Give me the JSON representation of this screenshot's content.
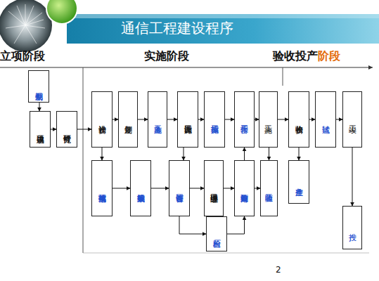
{
  "diagram": {
    "title": "通信工程建设程序",
    "nodes": [
      {
        "text": [
          "中长期规划"
        ]
      },
      {
        "text": [
          "项目建议书"
        ]
      },
      {
        "text": [
          "可行性研究"
        ]
      },
      {
        "text": [
          "初步设计"
        ]
      },
      {
        "text": [
          "年度计划"
        ]
      },
      {
        "text": [
          "施工准备"
        ]
      },
      {
        "text": [
          "施工图设计"
        ]
      },
      {
        "text": [
          "施工招投标"
        ]
      },
      {
        "text": [
          "开工报告"
        ]
      },
      {
        "text": [
          "施工"
        ]
      },
      {
        "text": [
          "初步验收"
        ]
      },
      {
        "text": [
          "试运转"
        ]
      },
      {
        "text": [
          "竣工"
        ]
      },
      {
        "text": [
          "编写技术规范书"
        ]
      },
      {
        "text": [
          "设备采购或招标"
        ]
      },
      {
        "text": [
          "签订设备合同"
        ]
      },
      {
        "text": [
          "办理进口手续"
        ]
      },
      {
        "text": [
          "设备到港商检"
        ]
      },
      {
        "text": [
          "随工验收"
        ]
      },
      {
        "text": [
          "生产准备"
        ]
      },
      {
        "text": [
          "出厂检验"
        ]
      },
      {
        "text": [
          "投产"
        ]
      }
    ],
    "edges": [
      {
        "from": 0,
        "to": 1,
        "arrow": "to"
      },
      {
        "from": 1,
        "to": 2,
        "arrow": "to"
      },
      {
        "from": 2,
        "to": 3,
        "arrow": "to"
      },
      {
        "from": 3,
        "to": 4,
        "arrow": "to"
      },
      {
        "from": 4,
        "to": 5,
        "arrow": "to"
      },
      {
        "from": 5,
        "to": 6,
        "arrow": "to"
      },
      {
        "from": 6,
        "to": 7,
        "arrow": "to"
      },
      {
        "from": 7,
        "to": 8,
        "arrow": "to"
      },
      {
        "from": 8,
        "to": 9,
        "arrow": "to"
      },
      {
        "from": 9,
        "to": 10,
        "arrow": "to"
      },
      {
        "from": 10,
        "to": 11,
        "arrow": "to"
      },
      {
        "from": 11,
        "to": 12,
        "arrow": "to"
      },
      {
        "from": 12,
        "to": 21,
        "arrow": "to"
      },
      {
        "from": 3,
        "to": 13,
        "arrow": "to"
      },
      {
        "from": 13,
        "to": 14,
        "arrow": "to"
      },
      {
        "from": 14,
        "to": 15,
        "arrow": "to"
      },
      {
        "from": 15,
        "to": 16,
        "arrow": "to"
      },
      {
        "from": 16,
        "to": 17,
        "arrow": "to"
      },
      {
        "from": 17,
        "to": 18,
        "arrow": "to"
      },
      {
        "from": 17,
        "to": 8,
        "arrow": "to"
      },
      {
        "from": 9,
        "to": 18,
        "arrow": "to"
      },
      {
        "from": 6,
        "to": 15,
        "arrow": "to"
      },
      {
        "from": 15,
        "to": 20,
        "arrow": "to"
      },
      {
        "from": 20,
        "to": 17,
        "arrow": "to"
      },
      {
        "from": 10,
        "to": 19,
        "arrow": "to"
      }
    ],
    "labels": [
      "立项阶段",
      "实施阶段",
      "验收投产",
      "阶段",
      "2"
    ]
  }
}
